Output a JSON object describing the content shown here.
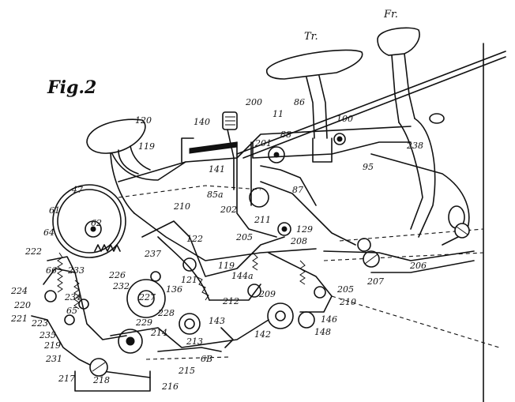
{
  "figure": {
    "title": "Fig.2",
    "knob_labels": {
      "left": "Tr.",
      "right": "Fr."
    },
    "labels": [
      {
        "id": "l120",
        "text": "120"
      },
      {
        "id": "l119a",
        "text": "119"
      },
      {
        "id": "l47",
        "text": "47"
      },
      {
        "id": "l61",
        "text": "61"
      },
      {
        "id": "l62",
        "text": "62"
      },
      {
        "id": "l64",
        "text": "64"
      },
      {
        "id": "l222",
        "text": "222"
      },
      {
        "id": "l66",
        "text": "66"
      },
      {
        "id": "l233",
        "text": "233"
      },
      {
        "id": "l224",
        "text": "224"
      },
      {
        "id": "l220",
        "text": "220"
      },
      {
        "id": "l221",
        "text": "221"
      },
      {
        "id": "l223",
        "text": "223"
      },
      {
        "id": "l234",
        "text": "234"
      },
      {
        "id": "l65",
        "text": "65"
      },
      {
        "id": "l235",
        "text": "235"
      },
      {
        "id": "l219",
        "text": "219"
      },
      {
        "id": "l231",
        "text": "231"
      },
      {
        "id": "l217",
        "text": "217"
      },
      {
        "id": "l218",
        "text": "218"
      },
      {
        "id": "l226",
        "text": "226"
      },
      {
        "id": "l232",
        "text": "232"
      },
      {
        "id": "l227",
        "text": "227"
      },
      {
        "id": "l228",
        "text": "228"
      },
      {
        "id": "l229",
        "text": "229"
      },
      {
        "id": "l214",
        "text": "214"
      },
      {
        "id": "l213",
        "text": "213"
      },
      {
        "id": "l215",
        "text": "215"
      },
      {
        "id": "l216",
        "text": "216"
      },
      {
        "id": "l6B",
        "text": "6B"
      },
      {
        "id": "l143",
        "text": "143"
      },
      {
        "id": "l142",
        "text": "142"
      },
      {
        "id": "l209",
        "text": "209"
      },
      {
        "id": "l212",
        "text": "212"
      },
      {
        "id": "l144a",
        "text": "144a"
      },
      {
        "id": "l119b",
        "text": "119"
      },
      {
        "id": "l121",
        "text": "121"
      },
      {
        "id": "l136",
        "text": "136"
      },
      {
        "id": "l237",
        "text": "237"
      },
      {
        "id": "l122",
        "text": "122"
      },
      {
        "id": "l210a",
        "text": "210"
      },
      {
        "id": "l85a",
        "text": "85a"
      },
      {
        "id": "l202",
        "text": "202"
      },
      {
        "id": "l141",
        "text": "141"
      },
      {
        "id": "l140",
        "text": "140"
      },
      {
        "id": "l200",
        "text": "200"
      },
      {
        "id": "l11",
        "text": "11"
      },
      {
        "id": "l201",
        "text": "201"
      },
      {
        "id": "l88",
        "text": "88"
      },
      {
        "id": "l86",
        "text": "86"
      },
      {
        "id": "l100",
        "text": "100"
      },
      {
        "id": "l238",
        "text": "238"
      },
      {
        "id": "l95",
        "text": "95"
      },
      {
        "id": "l87",
        "text": "87"
      },
      {
        "id": "l211",
        "text": "211"
      },
      {
        "id": "l129",
        "text": "129"
      },
      {
        "id": "l205a",
        "text": "205"
      },
      {
        "id": "l208",
        "text": "208"
      },
      {
        "id": "l206",
        "text": "206"
      },
      {
        "id": "l207",
        "text": "207"
      },
      {
        "id": "l205b",
        "text": "205"
      },
      {
        "id": "l210b",
        "text": "210"
      },
      {
        "id": "l146",
        "text": "146"
      },
      {
        "id": "l148",
        "text": "148"
      }
    ]
  }
}
